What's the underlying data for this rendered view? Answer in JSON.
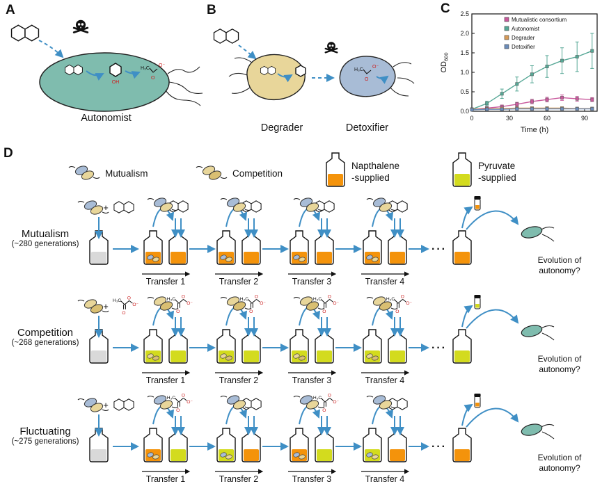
{
  "panels": {
    "a": {
      "letter": "A",
      "caption": "Autonomist"
    },
    "b": {
      "letter": "B",
      "caption_left": "Degrader",
      "caption_right": "Detoxifier"
    },
    "c": {
      "letter": "C"
    },
    "d": {
      "letter": "D"
    }
  },
  "chem": {
    "methyl": "H₃C",
    "oxygen": "O",
    "o_minus": "O⁻",
    "hydroxyl": "OH"
  },
  "plus": "+",
  "ellipsis": "···",
  "chart_data": {
    "type": "line",
    "x": [
      0,
      12,
      24,
      36,
      48,
      60,
      72,
      84,
      96
    ],
    "series": [
      {
        "name": "Mutualistic consortium",
        "color": "#c9589c",
        "values": [
          0.05,
          0.08,
          0.12,
          0.18,
          0.25,
          0.3,
          0.35,
          0.32,
          0.3
        ],
        "errors": [
          0.02,
          0.03,
          0.04,
          0.05,
          0.06,
          0.06,
          0.07,
          0.06,
          0.05
        ]
      },
      {
        "name": "Autonomist",
        "color": "#55a795",
        "values": [
          0.05,
          0.2,
          0.45,
          0.7,
          0.95,
          1.15,
          1.3,
          1.4,
          1.55
        ],
        "errors": [
          0.02,
          0.06,
          0.12,
          0.18,
          0.22,
          0.28,
          0.33,
          0.38,
          0.45
        ]
      },
      {
        "name": "Degrader",
        "color": "#d69a57",
        "values": [
          0.05,
          0.06,
          0.07,
          0.08,
          0.08,
          0.08,
          0.08,
          0.07,
          0.07
        ],
        "errors": [
          0.01,
          0.01,
          0.01,
          0.01,
          0.01,
          0.01,
          0.01,
          0.01,
          0.01
        ]
      },
      {
        "name": "Detoxifier",
        "color": "#6b8cba",
        "values": [
          0.04,
          0.05,
          0.05,
          0.06,
          0.06,
          0.06,
          0.06,
          0.06,
          0.06
        ],
        "errors": [
          0.01,
          0.01,
          0.01,
          0.01,
          0.01,
          0.01,
          0.01,
          0.01,
          0.01
        ]
      }
    ],
    "xlabel": "Time (h)",
    "ylabel": "OD",
    "ylabel_sub": "600",
    "xlim": [
      0,
      100
    ],
    "ylim": [
      0,
      2.5
    ],
    "xticks": [
      0,
      30,
      60,
      90
    ],
    "yticks": [
      0,
      0.5,
      1,
      1.5,
      2,
      2.5
    ],
    "legend_position": "top-right",
    "grid": false
  },
  "legend_d": [
    {
      "label": "Mutualism"
    },
    {
      "label": "Competition"
    },
    {
      "label_line1": "Napthalene",
      "label_line2": "-supplied"
    },
    {
      "label_line1": "Pyruvate",
      "label_line2": "-supplied"
    }
  ],
  "rows": [
    {
      "name": "Mutualism",
      "generations": "(~280 generations)",
      "pair": "mutualism",
      "inoculum_substrate": "naph",
      "substrates": [
        "naph",
        "naph",
        "naph",
        "naph"
      ],
      "bottles": [
        "gray",
        "orange",
        "orange",
        "orange",
        "orange",
        "orange",
        "orange",
        "orange",
        "orange",
        "orange"
      ],
      "transfers": [
        "Transfer 1",
        "Transfer 2",
        "Transfer 3",
        "Transfer 4"
      ],
      "outcome_line1": "Evolution of",
      "outcome_line2": "autonomy?"
    },
    {
      "name": "Competition",
      "generations": "(~268 generations)",
      "pair": "competition",
      "inoculum_substrate": "pyr",
      "substrates": [
        "pyr",
        "pyr",
        "pyr",
        "pyr"
      ],
      "bottles": [
        "gray",
        "green",
        "green",
        "green",
        "green",
        "green",
        "green",
        "green",
        "green",
        "green"
      ],
      "transfers": [
        "Transfer 1",
        "Transfer 2",
        "Transfer 3",
        "Transfer 4"
      ],
      "outcome_line1": "Evolution of",
      "outcome_line2": "autonomy?"
    },
    {
      "name": "Fluctuating",
      "generations": "(~275 generations)",
      "pair": "mutualism",
      "inoculum_substrate": "naph",
      "substrates": [
        "pyr",
        "naph",
        "pyr",
        "naph"
      ],
      "bottles": [
        "gray",
        "orange",
        "green",
        "green",
        "orange",
        "orange",
        "green",
        "green",
        "orange",
        "orange"
      ],
      "transfers": [
        "Transfer 1",
        "Transfer 2",
        "Transfer 3",
        "Transfer 4"
      ],
      "outcome_line1": "Evolution of",
      "outcome_line2": "autonomy?"
    }
  ],
  "colors": {
    "arrow_blue": "#3f8fc5",
    "cell_teal": "#7fbcae",
    "cell_yellow": "#e8d69a",
    "cell_yellow2": "#d9bf72",
    "cell_blue": "#a8bcd6",
    "bottle_orange": "#f4930b",
    "bottle_green": "#d3db1e",
    "bottle_gray": "#d9d9d9"
  }
}
